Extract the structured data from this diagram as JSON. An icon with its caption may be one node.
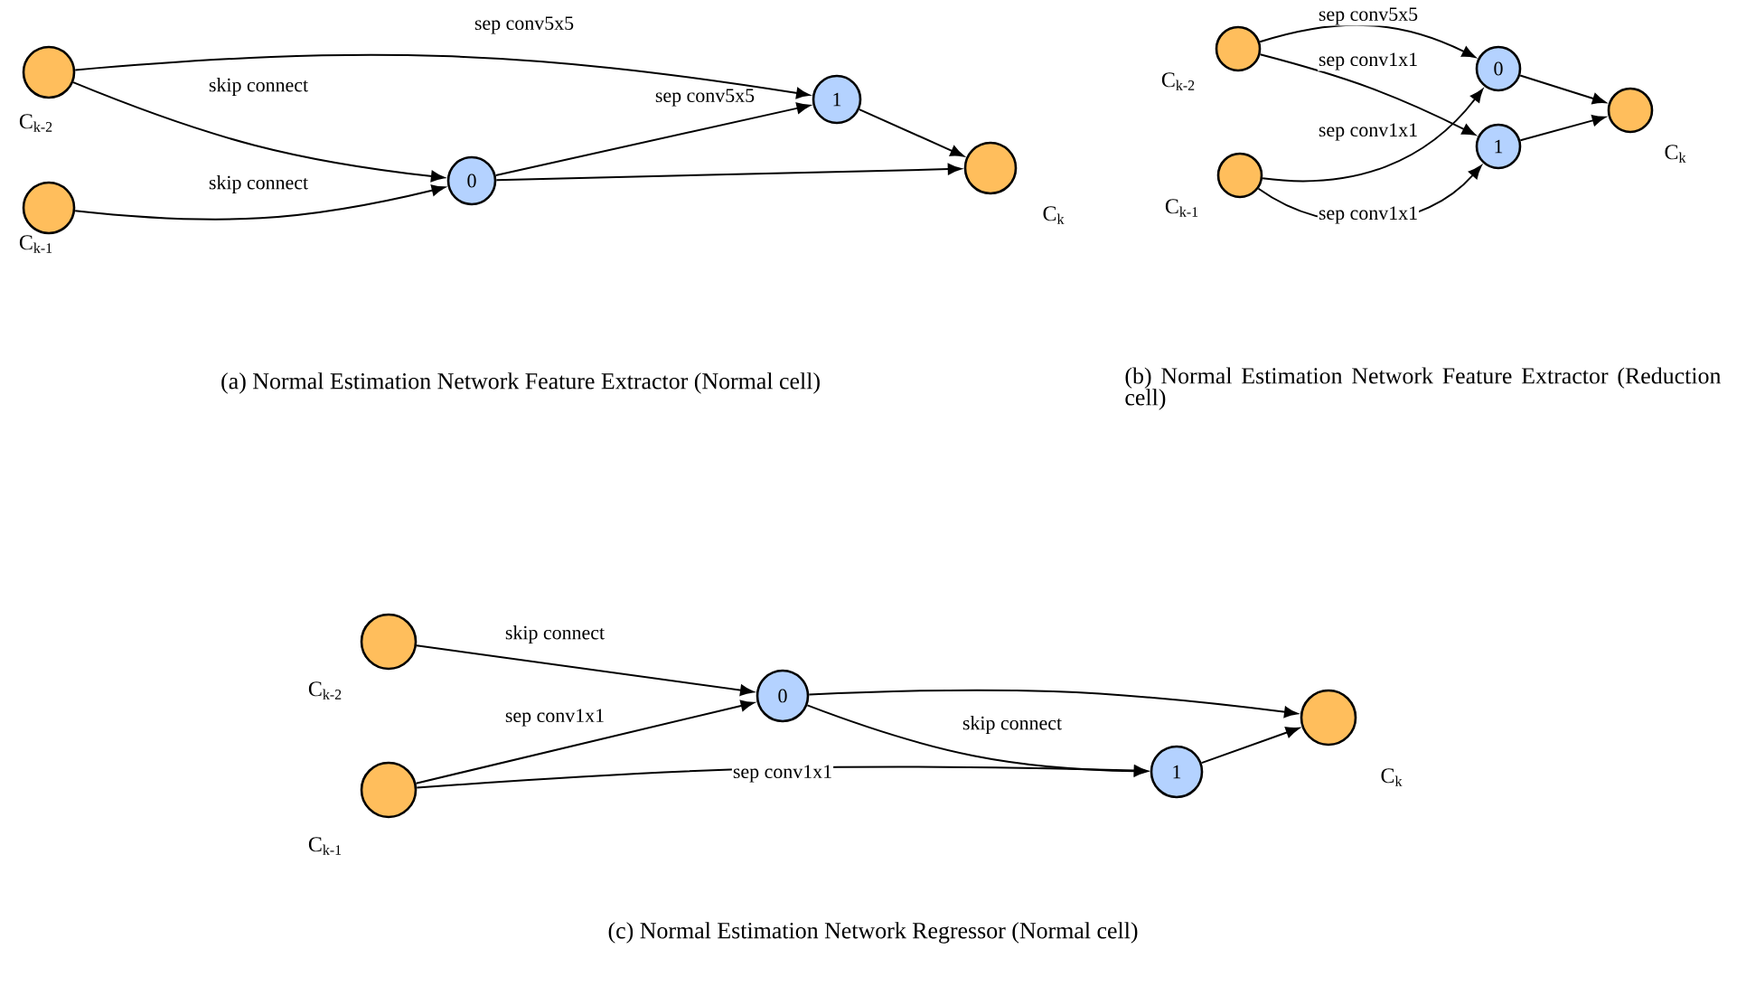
{
  "diagram": {
    "nodes": [
      {
        "text": [],
        "shape": "circle",
        "beside": [
          "C$_{k-2}$"
        ]
      },
      {
        "text": [],
        "shape": "circle",
        "beside": [
          "C$_{k-1}$"
        ]
      },
      {
        "text": [
          "0"
        ]
      },
      {
        "text": [
          "1"
        ]
      },
      {
        "text": [],
        "shape": "circle",
        "beside": [
          "C$_{k}$"
        ]
      },
      {
        "text": [],
        "shape": "circle",
        "beside": [
          "C$_{k-2}$"
        ]
      },
      {
        "text": [],
        "shape": "circle",
        "beside": [
          "C$_{k-1}$"
        ]
      },
      {
        "text": [
          "0"
        ]
      },
      {
        "text": [
          "1"
        ]
      },
      {
        "text": [],
        "shape": "circle",
        "beside": [
          "C$_{k}$"
        ]
      },
      {
        "text": [],
        "shape": "circle",
        "beside": [
          "C$_{k-2}$"
        ]
      },
      {
        "text": [],
        "shape": "circle",
        "beside": [
          "C$_{k-1}$"
        ]
      },
      {
        "text": [
          "0"
        ]
      },
      {
        "text": [
          "1"
        ]
      },
      {
        "text": [],
        "shape": "circle",
        "beside": [
          "C$_{k}$"
        ]
      }
    ],
    "edges": [
      {
        "from": 0,
        "to": 3,
        "arrow": "to",
        "label": "sep conv5x5"
      },
      {
        "from": 0,
        "to": 2,
        "arrow": "to",
        "label": "skip connect"
      },
      {
        "from": 1,
        "to": 2,
        "arrow": "to",
        "label": "skip connect"
      },
      {
        "from": 2,
        "to": 3,
        "arrow": "to",
        "label": "sep conv5x5"
      },
      {
        "from": 2,
        "to": 4,
        "arrow": "to"
      },
      {
        "from": 3,
        "to": 4,
        "arrow": "to"
      },
      {
        "from": 5,
        "to": 7,
        "arrow": "to",
        "label": "sep conv5x5"
      },
      {
        "from": 5,
        "to": 8,
        "arrow": "to",
        "label": "sep conv1x1"
      },
      {
        "from": 6,
        "to": 7,
        "arrow": "to",
        "label": "sep conv1x1"
      },
      {
        "from": 6,
        "to": 8,
        "arrow": "to",
        "label": "sep conv1x1"
      },
      {
        "from": 7,
        "to": 9,
        "arrow": "to"
      },
      {
        "from": 8,
        "to": 9,
        "arrow": "to"
      },
      {
        "from": 10,
        "to": 12,
        "arrow": "to",
        "label": "skip connect"
      },
      {
        "from": 11,
        "to": 12,
        "arrow": "to",
        "label": "sep conv1x1"
      },
      {
        "from": 11,
        "to": 13,
        "arrow": "to",
        "label": "sep conv1x1"
      },
      {
        "from": 12,
        "to": 13,
        "arrow": "to",
        "label": "skip connect"
      },
      {
        "from": 12,
        "to": 14,
        "arrow": "to"
      },
      {
        "from": 13,
        "to": 14,
        "arrow": "to"
      }
    ],
    "labels": [
      "(a)  Normal Estimation Network Feature Extractor (Normal cell)",
      "(b)  Normal Estimation Network Feature Extractor (Reduction cell)",
      "(c)  Normal Estimation Network Regressor (Normal cell)"
    ]
  }
}
